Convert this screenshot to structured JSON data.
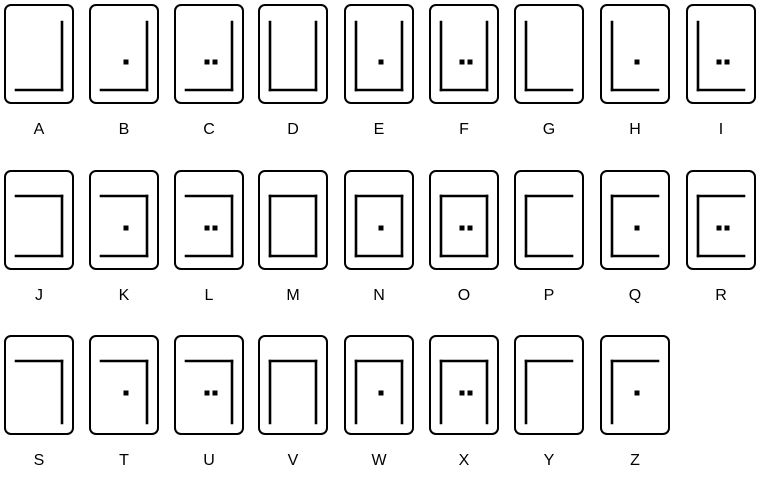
{
  "colors": {
    "stroke": "#000000",
    "card_border": "#000000",
    "background": "#ffffff",
    "label": "#000000"
  },
  "cipher": {
    "rows": [
      [
        {
          "letter": "A",
          "walls": [
            "right",
            "bottom"
          ],
          "dots": 0
        },
        {
          "letter": "B",
          "walls": [
            "right",
            "bottom"
          ],
          "dots": 1
        },
        {
          "letter": "C",
          "walls": [
            "right",
            "bottom"
          ],
          "dots": 2
        },
        {
          "letter": "D",
          "walls": [
            "left",
            "right",
            "bottom"
          ],
          "dots": 0
        },
        {
          "letter": "E",
          "walls": [
            "left",
            "right",
            "bottom"
          ],
          "dots": 1
        },
        {
          "letter": "F",
          "walls": [
            "left",
            "right",
            "bottom"
          ],
          "dots": 2
        },
        {
          "letter": "G",
          "walls": [
            "left",
            "bottom"
          ],
          "dots": 0
        },
        {
          "letter": "H",
          "walls": [
            "left",
            "bottom"
          ],
          "dots": 1
        },
        {
          "letter": "I",
          "walls": [
            "left",
            "bottom"
          ],
          "dots": 2
        }
      ],
      [
        {
          "letter": "J",
          "walls": [
            "top",
            "right",
            "bottom"
          ],
          "dots": 0
        },
        {
          "letter": "K",
          "walls": [
            "top",
            "right",
            "bottom"
          ],
          "dots": 1
        },
        {
          "letter": "L",
          "walls": [
            "top",
            "right",
            "bottom"
          ],
          "dots": 2
        },
        {
          "letter": "M",
          "walls": [
            "top",
            "left",
            "right",
            "bottom"
          ],
          "dots": 0
        },
        {
          "letter": "N",
          "walls": [
            "top",
            "left",
            "right",
            "bottom"
          ],
          "dots": 1
        },
        {
          "letter": "O",
          "walls": [
            "top",
            "left",
            "right",
            "bottom"
          ],
          "dots": 2
        },
        {
          "letter": "P",
          "walls": [
            "top",
            "left",
            "bottom"
          ],
          "dots": 0
        },
        {
          "letter": "Q",
          "walls": [
            "top",
            "left",
            "bottom"
          ],
          "dots": 1
        },
        {
          "letter": "R",
          "walls": [
            "top",
            "left",
            "bottom"
          ],
          "dots": 2
        }
      ],
      [
        {
          "letter": "S",
          "walls": [
            "top",
            "right"
          ],
          "dots": 0
        },
        {
          "letter": "T",
          "walls": [
            "top",
            "right"
          ],
          "dots": 1
        },
        {
          "letter": "U",
          "walls": [
            "top",
            "right"
          ],
          "dots": 2
        },
        {
          "letter": "V",
          "walls": [
            "top",
            "left",
            "right"
          ],
          "dots": 0
        },
        {
          "letter": "W",
          "walls": [
            "top",
            "left",
            "right"
          ],
          "dots": 1
        },
        {
          "letter": "X",
          "walls": [
            "top",
            "left",
            "right"
          ],
          "dots": 2
        },
        {
          "letter": "Y",
          "walls": [
            "top",
            "left"
          ],
          "dots": 0
        },
        {
          "letter": "Z",
          "walls": [
            "top",
            "left"
          ],
          "dots": 1
        }
      ]
    ]
  }
}
